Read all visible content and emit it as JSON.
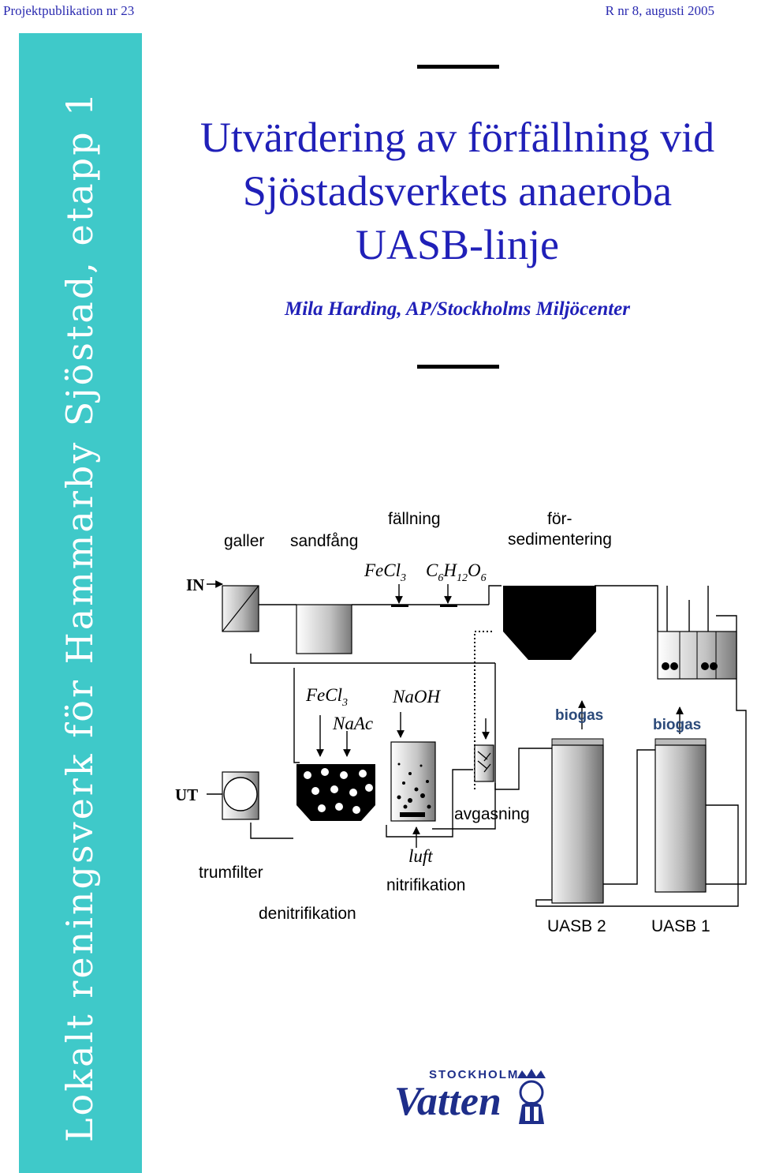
{
  "header": {
    "left": "Projektpublikation nr 23",
    "right": "R nr 8, augusti 2005"
  },
  "sidebar": {
    "text": "Lokalt reningsverk för Hammarby Sjöstad, etapp 1"
  },
  "title": {
    "line1": "Utvärdering av förfällning vid",
    "line2": "Sjöstadsverkets anaeroba",
    "line3": "UASB-linje"
  },
  "author": "Mila Harding, AP/Stockholms Miljöcenter",
  "diagram": {
    "in_label": "IN",
    "out_label": "UT",
    "galler": "galler",
    "sandfang": "sandfång",
    "fallning": "fällning",
    "forsed_1": "för-",
    "forsed_2": "sedimentering",
    "fecl3_top": {
      "base": "FeCl",
      "sub": "3"
    },
    "glucose": {
      "c": "C",
      "c_sub": "6",
      "h": "H",
      "h_sub": "12",
      "o": "O",
      "o_sub": "6"
    },
    "fecl3_denit": {
      "base": "FeCl",
      "sub": "3"
    },
    "naac": "NaAc",
    "naoh": "NaOH",
    "biogas_uasb2": "biogas",
    "biogas_uasb1": "biogas",
    "avgasning": "avgasning",
    "luft": "luft",
    "nitrifikation": "nitrifikation",
    "trumfilter": "trumfilter",
    "denitrifikation": "denitrifikation",
    "uasb2": "UASB 2",
    "uasb1": "UASB 1"
  },
  "logo": {
    "top": "STOCKHOLM",
    "main": "Vatten"
  },
  "colors": {
    "sidebar": "#3fc9c9",
    "title_blue": "#2020b8",
    "logo_blue": "#1e2e8a"
  }
}
